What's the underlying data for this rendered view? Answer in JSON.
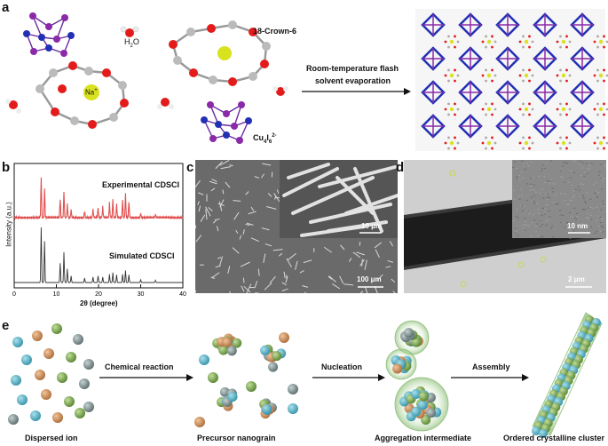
{
  "panel_a": {
    "letter": "a",
    "water_label_main": "H",
    "water_label_sub": "2",
    "water_label_end": "O",
    "sodium_label": "Na",
    "sodium_sup": "+",
    "crown_label": "18-Crown-6",
    "cluster_label_main": "Cu",
    "cluster_label_sub1": "4",
    "cluster_label_mid": "I",
    "cluster_label_sub2": "6",
    "cluster_label_sup": "2-",
    "arrow_text_line1": "Room-temperature flash",
    "arrow_text_line2": "solvent evaporation"
  },
  "panel_b": {
    "letter": "b",
    "series_top": "Experimental CDSCI",
    "series_bottom": "Simulated CDSCI",
    "ylabel": "Intensity (a.u.)",
    "xlabel": "2θ (degree)",
    "ticks": [
      "0",
      "10",
      "20",
      "30",
      "40"
    ]
  },
  "panel_c": {
    "letter": "c",
    "inset_scale": "10 μm",
    "main_scale": "100 μm"
  },
  "panel_d": {
    "letter": "d",
    "inset_scale": "10 nm",
    "main_scale": "2 μm"
  },
  "panel_e": {
    "letter": "e",
    "arrow1": "Chemical reaction",
    "arrow2": "Nucleation",
    "arrow3": "Assembly",
    "stage1": "Dispersed ion",
    "stage2": "Precursor nanograin",
    "stage3": "Aggregation intermediate",
    "stage4": "Ordered crystalline cluster"
  },
  "chart_data": {
    "type": "line",
    "xlabel": "2θ (degree)",
    "ylabel": "Intensity (a.u.)",
    "xlim": [
      0,
      40
    ],
    "series": [
      {
        "name": "Experimental CDSCI",
        "color": "#e05050",
        "peaks": [
          [
            6.4,
            0.75
          ],
          [
            7.2,
            0.55
          ],
          [
            10.9,
            0.35
          ],
          [
            11.8,
            0.5
          ],
          [
            12.6,
            0.25
          ],
          [
            13.5,
            0.15
          ],
          [
            16.7,
            0.12
          ],
          [
            18.7,
            0.15
          ],
          [
            19.9,
            0.18
          ],
          [
            21.0,
            0.2
          ],
          [
            22.6,
            0.28
          ],
          [
            23.4,
            0.35
          ],
          [
            24.3,
            0.25
          ],
          [
            25.7,
            0.32
          ],
          [
            26.4,
            0.45
          ],
          [
            27.2,
            0.3
          ],
          [
            30.0,
            0.08
          ],
          [
            33.5,
            0.06
          ]
        ]
      },
      {
        "name": "Simulated CDSCI",
        "color": "#333333",
        "peaks": [
          [
            6.4,
            1.0
          ],
          [
            7.2,
            0.75
          ],
          [
            10.9,
            0.35
          ],
          [
            11.8,
            0.55
          ],
          [
            12.6,
            0.25
          ],
          [
            13.5,
            0.12
          ],
          [
            16.7,
            0.08
          ],
          [
            18.7,
            0.1
          ],
          [
            19.9,
            0.12
          ],
          [
            21.0,
            0.1
          ],
          [
            22.6,
            0.15
          ],
          [
            23.4,
            0.18
          ],
          [
            24.3,
            0.14
          ],
          [
            25.7,
            0.15
          ],
          [
            26.4,
            0.22
          ],
          [
            27.2,
            0.14
          ],
          [
            30.0,
            0.05
          ],
          [
            33.5,
            0.04
          ]
        ]
      }
    ]
  },
  "colors": {
    "experimental": "#e05050",
    "simulated": "#333333",
    "oxygen": "#e41b1b",
    "carbon": "#c8c8c8",
    "copper": "#2231b4",
    "iodine": "#8a2aa8",
    "sodium": "#d9e21f"
  }
}
